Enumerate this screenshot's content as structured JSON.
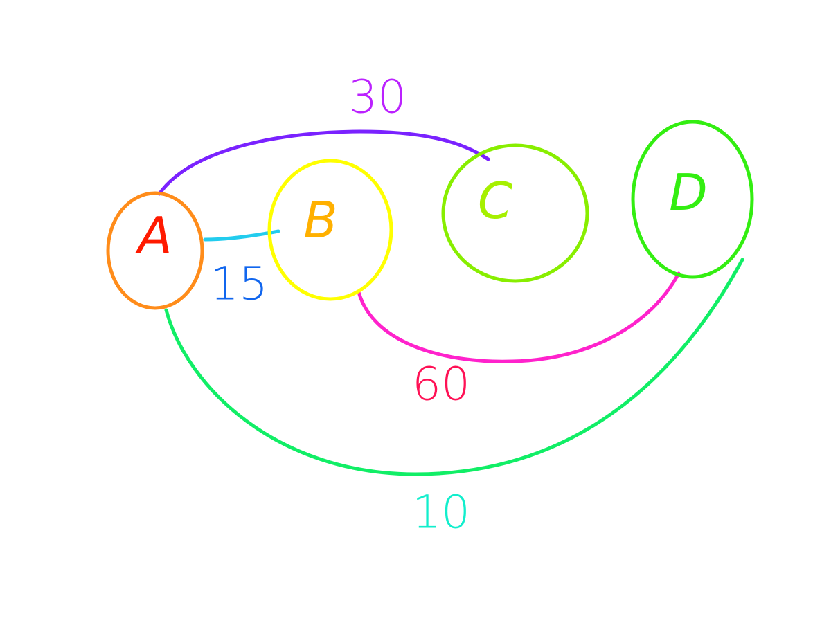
{
  "graph": {
    "nodes": [
      {
        "id": "A",
        "label": "A",
        "outline_color": "#ff8c1a",
        "label_color": "#ff1a00"
      },
      {
        "id": "B",
        "label": "B",
        "outline_color": "#ffff00",
        "label_color": "#ffb000"
      },
      {
        "id": "C",
        "label": "C",
        "outline_color": "#88ee00",
        "label_color": "#a6f000"
      },
      {
        "id": "D",
        "label": "D",
        "outline_color": "#33ee11",
        "label_color": "#33ee11"
      }
    ],
    "edges": [
      {
        "from": "A",
        "to": "B",
        "weight": "15",
        "color": "#22ccee",
        "label_color": "#1166ee"
      },
      {
        "from": "A",
        "to": "C",
        "weight": "30",
        "color": "#7a22ff",
        "label_color": "#bb22ff"
      },
      {
        "from": "B",
        "to": "D",
        "weight": "60",
        "color": "#ff22cc",
        "label_color": "#ff1155"
      },
      {
        "from": "A",
        "to": "D",
        "weight": "10",
        "color": "#11ee66",
        "label_color": "#11eecc"
      }
    ]
  }
}
